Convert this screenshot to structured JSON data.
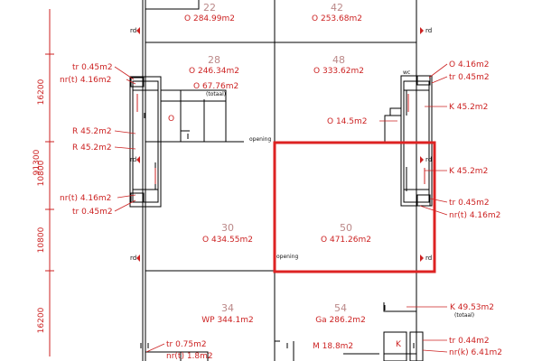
{
  "units": [
    {
      "number": "22",
      "area": "O  284.99m2"
    },
    {
      "number": "42",
      "area": "O  253.68m2"
    },
    {
      "number": "28",
      "area": "O  246.34m2"
    },
    {
      "number": "48",
      "area": "O  333.62m2"
    },
    {
      "number": "30",
      "area": "O  434.55m2"
    },
    {
      "number": "50",
      "area": "O  471.26m2"
    },
    {
      "number": "34",
      "area": "WP  344.1m2"
    },
    {
      "number": "54",
      "area": "Ga  286.2m2"
    }
  ],
  "labels": {
    "left_tr_top": "tr  0.45m2",
    "left_nr_top": "nr(t)  4.16m2",
    "left_r1": "R  45.2m2",
    "left_r2": "R  45.2m2",
    "left_nr_bottom": "nr(t)  4.16m2",
    "left_tr_bottom": "tr  0.45m2",
    "inner_o": "O  67.76m2",
    "inner_o_note": "(totaal)",
    "inner_o_letter": "O",
    "opening_top": "opening",
    "opening_bottom": "opening",
    "o_small": "O  14.5m2",
    "right_o": "O  4.16m2",
    "right_tr_top": "tr  0.45m2",
    "right_k1": "K  45.2m2",
    "right_k2": "K  45.2m2",
    "right_tr_mid": "tr  0.45m2",
    "right_nr": "nr(t)  4.16m2",
    "wc": "wc",
    "k_large": "K  49.53m2",
    "k_large_note": "(totaal)",
    "bottom_tr": "tr  0.75m2",
    "bottom_nr": "nr(t)  1.8m2",
    "bottom_tr_right": "tr  0.44m2",
    "bottom_nr_right": "nr(k)  6.41m2",
    "m_area": "M  18.8m2",
    "k_letter": "K"
  },
  "dimensions": {
    "overall": "91300",
    "d1": "16200",
    "d2": "10800",
    "d3": "10800",
    "d4": "16200"
  },
  "grid_marker": "rd",
  "selected_unit": "50",
  "colors": {
    "selection": "#dd2222",
    "annotation": "#cc2222",
    "unit_number": "#bb8888",
    "walls": "#000000"
  }
}
